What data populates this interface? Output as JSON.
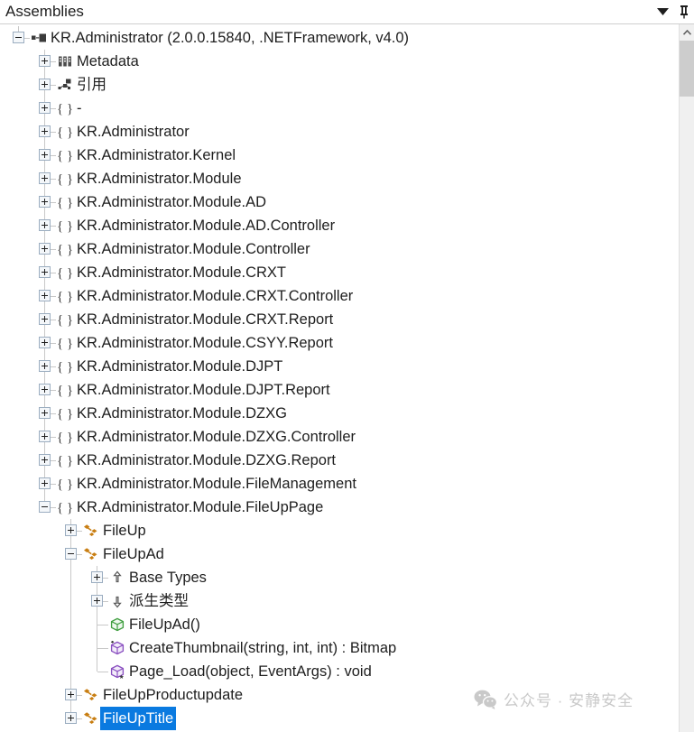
{
  "header": {
    "title": "Assemblies",
    "dropdown_icon": "chevron-down-icon",
    "pin_icon": "pin-icon"
  },
  "scrollbar": {
    "up_arrow_icon": "scroll-up-arrow-icon"
  },
  "watermark": {
    "icon": "wechat-icon",
    "text": "公众号 · 安静安全"
  },
  "tree": {
    "nodes": [
      {
        "label": "KR.Administrator (2.0.0.15840, .NETFramework, v4.0)",
        "depth": 0,
        "icon": "assembly-icon",
        "state": "expanded",
        "selected": false
      },
      {
        "label": "Metadata",
        "depth": 1,
        "icon": "metadata-icon",
        "state": "collapsed",
        "selected": false
      },
      {
        "label": "引用",
        "depth": 1,
        "icon": "references-icon",
        "state": "collapsed",
        "selected": false
      },
      {
        "label": "-",
        "depth": 1,
        "icon": "namespace-icon",
        "state": "collapsed",
        "selected": false
      },
      {
        "label": "KR.Administrator",
        "depth": 1,
        "icon": "namespace-icon",
        "state": "collapsed",
        "selected": false
      },
      {
        "label": "KR.Administrator.Kernel",
        "depth": 1,
        "icon": "namespace-icon",
        "state": "collapsed",
        "selected": false
      },
      {
        "label": "KR.Administrator.Module",
        "depth": 1,
        "icon": "namespace-icon",
        "state": "collapsed",
        "selected": false
      },
      {
        "label": "KR.Administrator.Module.AD",
        "depth": 1,
        "icon": "namespace-icon",
        "state": "collapsed",
        "selected": false
      },
      {
        "label": "KR.Administrator.Module.AD.Controller",
        "depth": 1,
        "icon": "namespace-icon",
        "state": "collapsed",
        "selected": false
      },
      {
        "label": "KR.Administrator.Module.Controller",
        "depth": 1,
        "icon": "namespace-icon",
        "state": "collapsed",
        "selected": false
      },
      {
        "label": "KR.Administrator.Module.CRXT",
        "depth": 1,
        "icon": "namespace-icon",
        "state": "collapsed",
        "selected": false
      },
      {
        "label": "KR.Administrator.Module.CRXT.Controller",
        "depth": 1,
        "icon": "namespace-icon",
        "state": "collapsed",
        "selected": false
      },
      {
        "label": "KR.Administrator.Module.CRXT.Report",
        "depth": 1,
        "icon": "namespace-icon",
        "state": "collapsed",
        "selected": false
      },
      {
        "label": "KR.Administrator.Module.CSYY.Report",
        "depth": 1,
        "icon": "namespace-icon",
        "state": "collapsed",
        "selected": false
      },
      {
        "label": "KR.Administrator.Module.DJPT",
        "depth": 1,
        "icon": "namespace-icon",
        "state": "collapsed",
        "selected": false
      },
      {
        "label": "KR.Administrator.Module.DJPT.Report",
        "depth": 1,
        "icon": "namespace-icon",
        "state": "collapsed",
        "selected": false
      },
      {
        "label": "KR.Administrator.Module.DZXG",
        "depth": 1,
        "icon": "namespace-icon",
        "state": "collapsed",
        "selected": false
      },
      {
        "label": "KR.Administrator.Module.DZXG.Controller",
        "depth": 1,
        "icon": "namespace-icon",
        "state": "collapsed",
        "selected": false
      },
      {
        "label": "KR.Administrator.Module.DZXG.Report",
        "depth": 1,
        "icon": "namespace-icon",
        "state": "collapsed",
        "selected": false
      },
      {
        "label": "KR.Administrator.Module.FileManagement",
        "depth": 1,
        "icon": "namespace-icon",
        "state": "collapsed",
        "selected": false
      },
      {
        "label": "KR.Administrator.Module.FileUpPage",
        "depth": 1,
        "icon": "namespace-icon",
        "state": "expanded",
        "selected": false
      },
      {
        "label": "FileUp",
        "depth": 2,
        "icon": "class-icon",
        "state": "collapsed",
        "selected": false
      },
      {
        "label": "FileUpAd",
        "depth": 2,
        "icon": "class-icon",
        "state": "expanded",
        "selected": false
      },
      {
        "label": "Base Types",
        "depth": 3,
        "icon": "base-types-icon",
        "state": "collapsed",
        "selected": false
      },
      {
        "label": "派生类型",
        "depth": 3,
        "icon": "derived-types-icon",
        "state": "collapsed",
        "selected": false
      },
      {
        "label": "FileUpAd()",
        "depth": 3,
        "icon": "constructor-icon",
        "state": "leaf",
        "selected": false
      },
      {
        "label": "CreateThumbnail(string, int, int) : Bitmap",
        "depth": 3,
        "icon": "method-internal-icon",
        "state": "leaf",
        "selected": false
      },
      {
        "label": "Page_Load(object, EventArgs) : void",
        "depth": 3,
        "icon": "method-private-icon",
        "state": "leaf",
        "selected": false
      },
      {
        "label": "FileUpProductupdate",
        "depth": 2,
        "icon": "class-icon",
        "state": "collapsed",
        "selected": false
      },
      {
        "label": "FileUpTitle",
        "depth": 2,
        "icon": "class-icon",
        "state": "collapsed",
        "selected": true
      }
    ]
  },
  "colors": {
    "selection": "#0a7ae0",
    "class_icon": "#c87e12",
    "constructor_icon": "#3f9e3f",
    "method_icon": "#8a4fc0",
    "guide_line": "#c8c8c8",
    "watermark_text": "#c9c9c9"
  }
}
